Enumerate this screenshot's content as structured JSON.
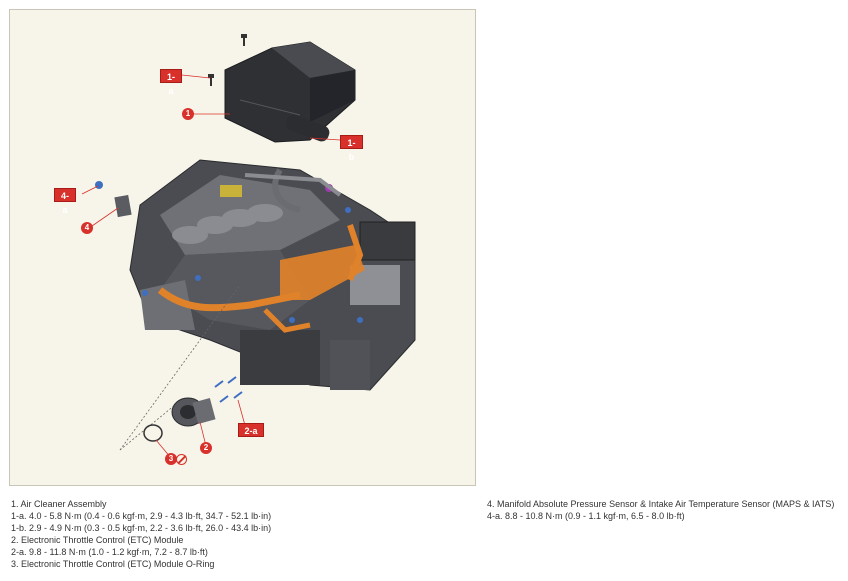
{
  "callouts": {
    "c1a": "1-a",
    "c1b": "1-b",
    "c4a": "4-a",
    "c2a": "2-a",
    "n1": "1",
    "n2": "2",
    "n3": "3",
    "n4": "4"
  },
  "legend_left": [
    "1. Air Cleaner Assembly",
    "1-a. 4.0 - 5.8 N·m (0.4 - 0.6 kgf·m, 2.9 - 4.3 lb·ft, 34.7 - 52.1 lb·in)",
    "1-b. 2.9 - 4.9 N·m (0.3 - 0.5 kgf·m, 2.2 - 3.6 lb·ft, 26.0 - 43.4 lb·in)",
    "2. Electronic Throttle Control (ETC) Module",
    "2-a. 9.8 - 11.8 N·m (1.0 - 1.2 kgf·m, 7.2 - 8.7 lb·ft)",
    "3. Electronic Throttle Control (ETC) Module O-Ring"
  ],
  "legend_right": [
    "4. Manifold Absolute Pressure Sensor & Intake Air Temperature Sensor (MAPS & IATS)",
    "4-a. 8.8 - 10.8 N·m (0.9 - 1.1 kgf·m, 6.5 - 8.0 lb·ft)"
  ],
  "colors": {
    "callout_red": "#d8312b",
    "figure_bg": "#f7f5ea",
    "engine_dark": "#3a3b3f",
    "highlight_orange": "#e0822a"
  }
}
